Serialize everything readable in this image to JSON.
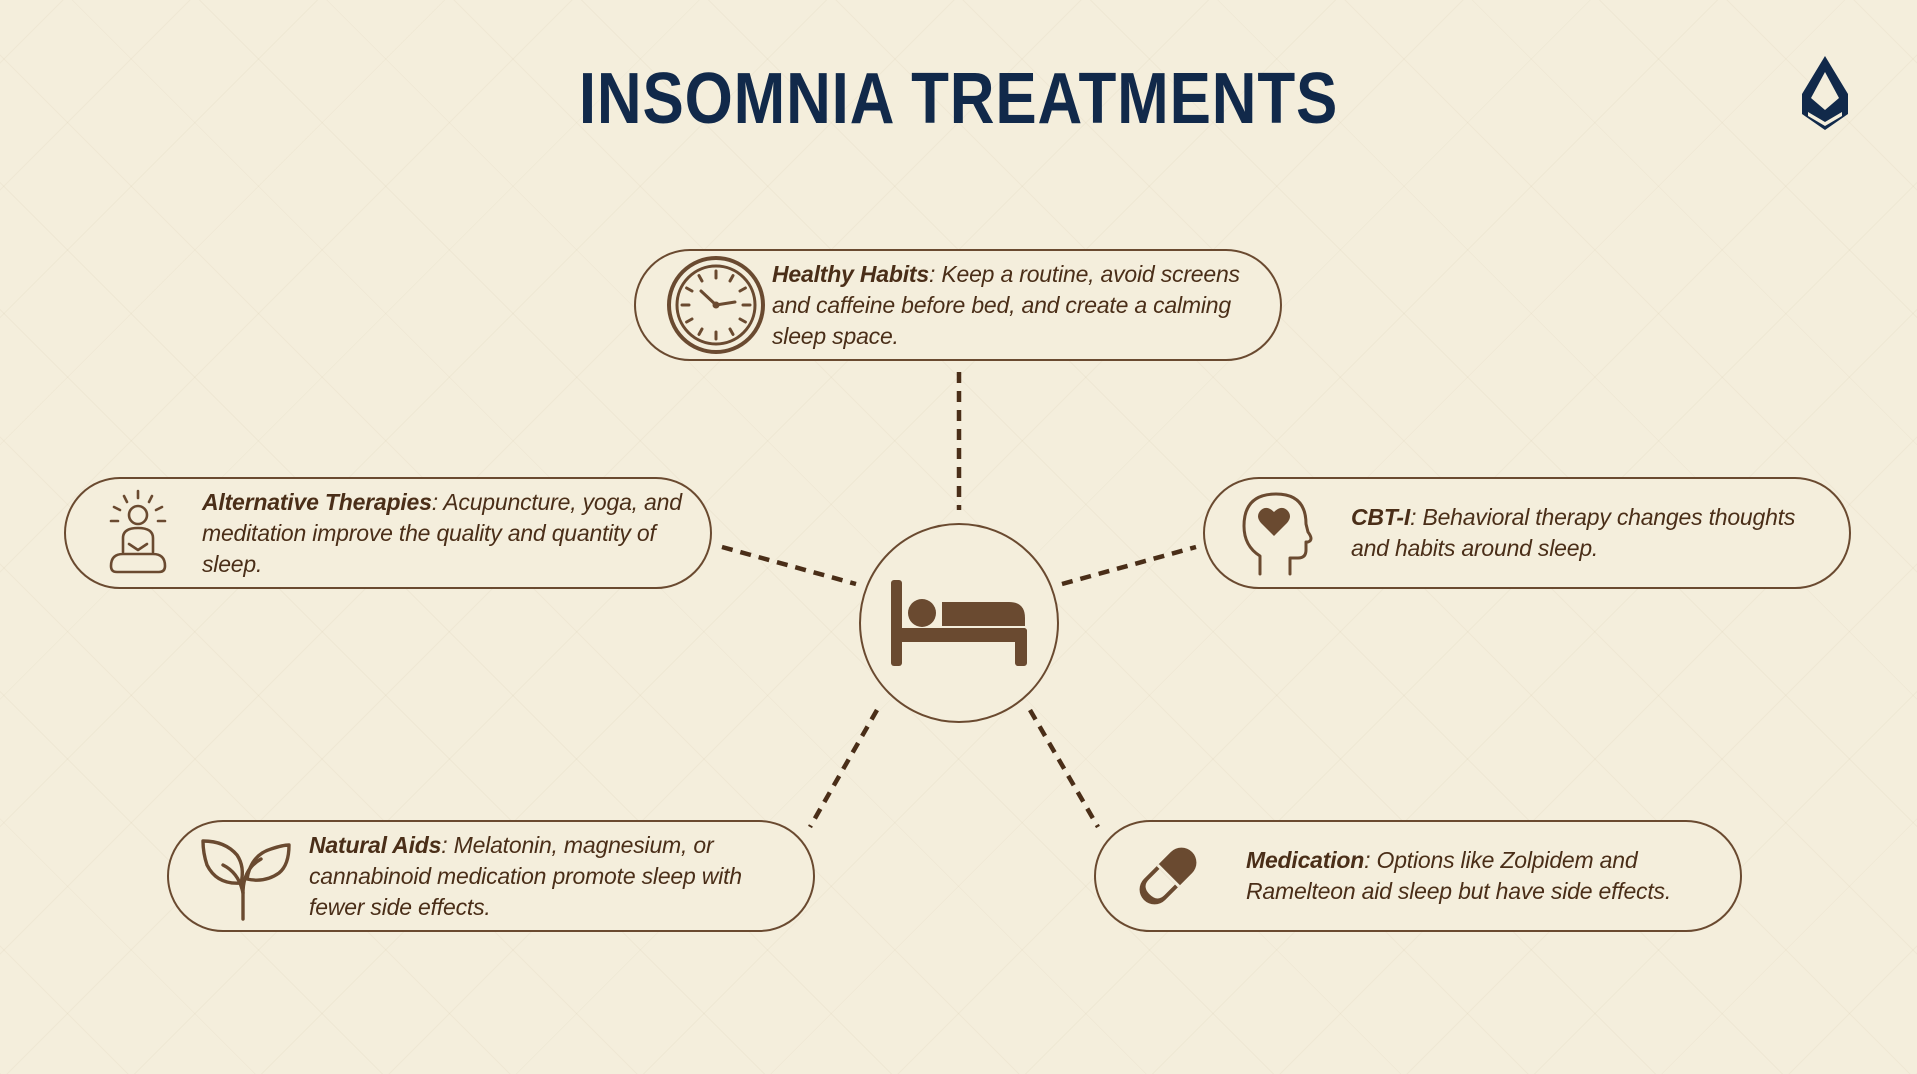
{
  "title": "INSOMNIA TREATMENTS",
  "colors": {
    "background": "#f4eedc",
    "title": "#11294a",
    "accent_brown": "#6a4a30",
    "text": "#4a2e18"
  },
  "center_icon": "bed-icon",
  "logo_icon": "diamond-logo-icon",
  "treatments": {
    "healthy_habits": {
      "label": "Healthy Habits",
      "description": ": Keep a routine, avoid screens and caffeine before bed, and create a calming sleep space.",
      "icon": "clock-icon"
    },
    "alternative_therapies": {
      "label": "Alternative Therapies",
      "description": ": Acupuncture, yoga, and meditation improve the quality and quantity of sleep.",
      "icon": "meditation-icon"
    },
    "cbt_i": {
      "label": "CBT-I",
      "description": ": Behavioral therapy changes thoughts and habits around sleep.",
      "icon": "head-heart-icon"
    },
    "natural_aids": {
      "label": "Natural Aids",
      "description": ": Melatonin, magnesium, or cannabinoid medication promote sleep with fewer side effects.",
      "icon": "sprout-icon"
    },
    "medication": {
      "label": "Medication",
      "description": ": Options like Zolpidem and Ramelteon aid sleep but have side effects.",
      "icon": "pill-icon"
    }
  }
}
